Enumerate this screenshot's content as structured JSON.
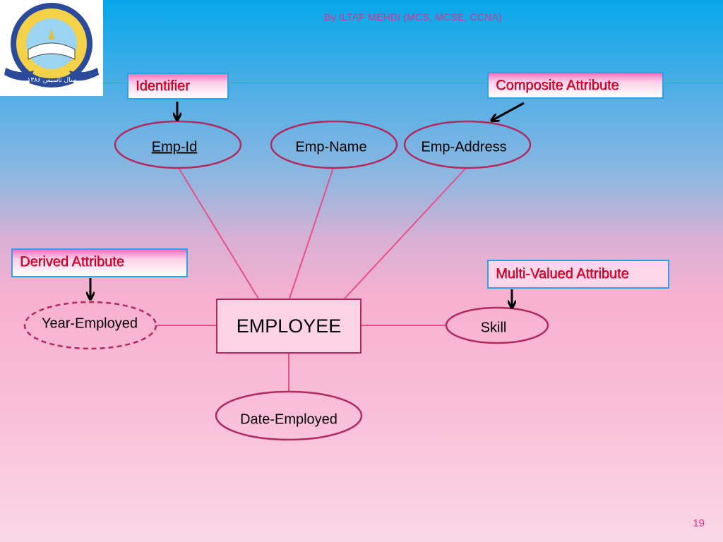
{
  "header": {
    "author": "By ILTAF MEHDI (MCS, MCSE, CCNA)",
    "logo_year": "سال تاسیس ۱۳۸۶"
  },
  "callouts": {
    "identifier": "Identifier",
    "composite": "Composite Attribute",
    "derived": "Derived Attribute",
    "multivalued": "Multi-Valued Attribute"
  },
  "entity": {
    "name": "EMPLOYEE"
  },
  "attributes": {
    "emp_id": "Emp-Id",
    "emp_name": "Emp-Name",
    "emp_address": "Emp-Address",
    "year_employed": "Year-Employed",
    "skill": "Skill",
    "date_employed": "Date-Employed"
  },
  "footer": {
    "page_number": "19"
  },
  "colors": {
    "ellipse_border": "#b2295e",
    "connector": "#e8508a",
    "callout_text": "#e8002a",
    "callout_border": "#2aa2e6"
  }
}
